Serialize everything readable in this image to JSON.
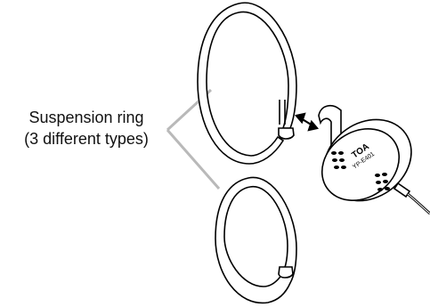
{
  "callout": {
    "line1": "Suspension ring",
    "line2": "(3 different types)"
  },
  "device": {
    "brand": "TOA",
    "model": "YP-E401"
  },
  "colors": {
    "stroke": "#000000",
    "leader": "#b9b9b9",
    "background": "#ffffff"
  }
}
